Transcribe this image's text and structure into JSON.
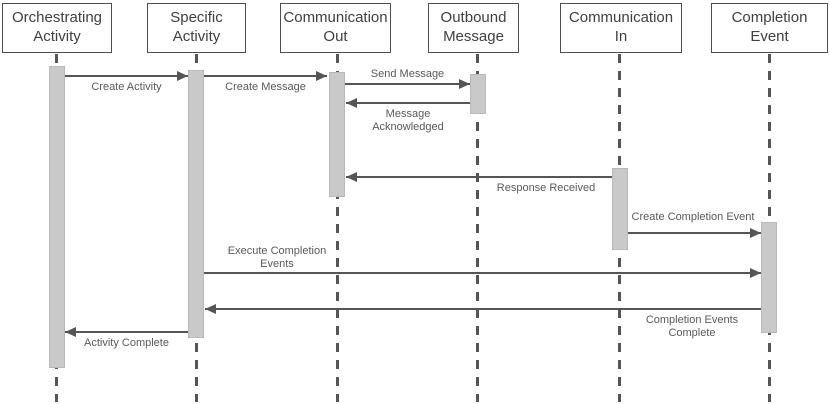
{
  "diagram_type": "uml-sequence-diagram",
  "lifelines": [
    {
      "id": "orchestrating-activity",
      "label": "Orchestrating Activity"
    },
    {
      "id": "specific-activity",
      "label": "Specific Activity"
    },
    {
      "id": "communication-out",
      "label": "Communication Out"
    },
    {
      "id": "outbound-message",
      "label": "Outbound Message"
    },
    {
      "id": "communication-in",
      "label": "Communication In"
    },
    {
      "id": "completion-event",
      "label": "Completion Event"
    }
  ],
  "messages": [
    {
      "label": "Create Activity",
      "from": "orchestrating-activity",
      "to": "specific-activity",
      "direction": "right",
      "label_position": "below"
    },
    {
      "label": "Create Message",
      "from": "specific-activity",
      "to": "communication-out",
      "direction": "right",
      "label_position": "below"
    },
    {
      "label": "Send Message",
      "from": "communication-out",
      "to": "outbound-message",
      "direction": "right",
      "label_position": "above"
    },
    {
      "label": "Message Acknowledged",
      "from": "outbound-message",
      "to": "communication-out",
      "direction": "left",
      "label_position": "below"
    },
    {
      "label": "Response Received",
      "from": "communication-in",
      "to": "communication-out",
      "direction": "left",
      "label_position": "below"
    },
    {
      "label": "Create Completion Event",
      "from": "communication-in",
      "to": "completion-event",
      "direction": "right",
      "label_position": "above"
    },
    {
      "label": "Execute Completion Events",
      "from": "specific-activity",
      "to": "completion-event",
      "direction": "right",
      "label_position": "above"
    },
    {
      "label": "Completion Events Complete",
      "from": "completion-event",
      "to": "specific-activity",
      "direction": "left",
      "label_position": "below"
    },
    {
      "label": "Activity Complete",
      "from": "specific-activity",
      "to": "orchestrating-activity",
      "direction": "left",
      "label_position": "below"
    }
  ],
  "colors": {
    "background": "#ffffff",
    "header_border": "#4d4d4d",
    "header_text": "#404040",
    "lifeline_dash": "#555555",
    "arrow_line": "#555555",
    "activation_fill": "#c9c9c9",
    "activation_border": "#b9b9b9",
    "label_text": "#595959"
  }
}
